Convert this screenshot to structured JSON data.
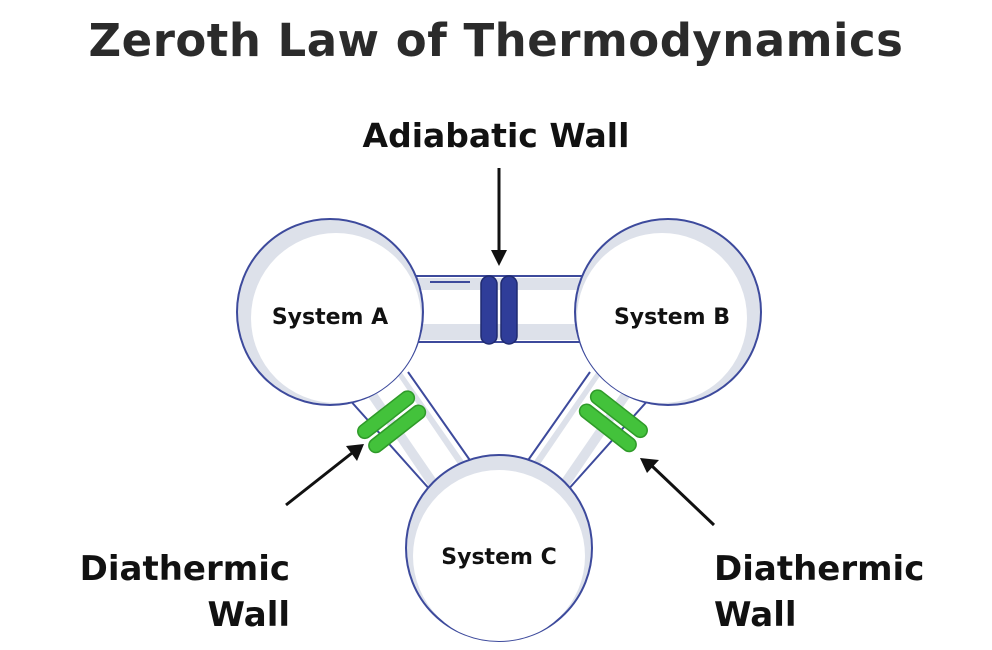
{
  "title": "Zeroth Law of Thermodynamics",
  "labels": {
    "adiabatic": "Adiabatic Wall",
    "diathermic_left_line1": "Diathermic",
    "diathermic_left_line2": "Wall",
    "diathermic_right_line1": "Diathermic",
    "diathermic_right_line2": "Wall"
  },
  "systems": {
    "a": "System A",
    "b": "System B",
    "c": "System C"
  },
  "colors": {
    "outline": "#3d4a9c",
    "fill_shade": "#dde1ea",
    "adiabatic_wall": "#2f3d99",
    "diathermic_wall": "#43c23b",
    "text": "#111111"
  }
}
